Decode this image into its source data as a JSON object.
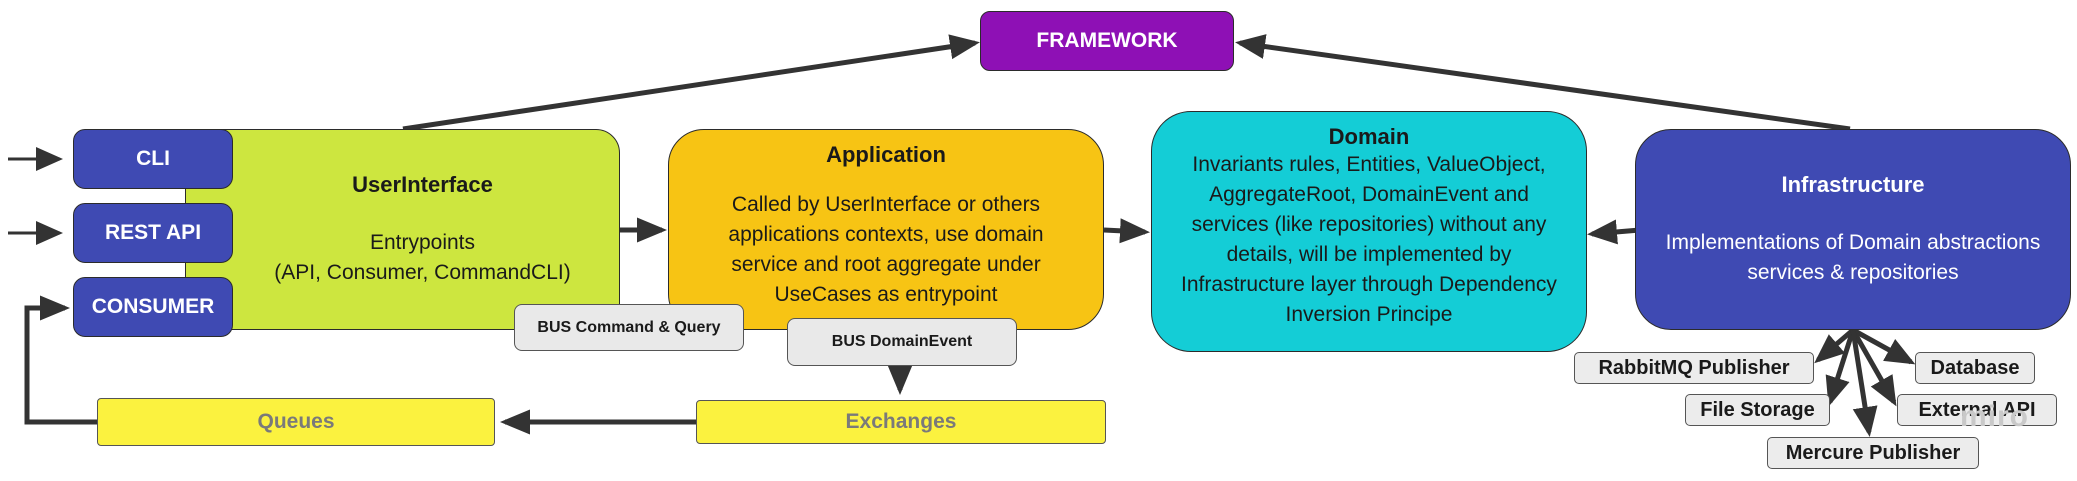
{
  "framework": {
    "label": "FRAMEWORK"
  },
  "entry_buttons": [
    {
      "label": "CLI"
    },
    {
      "label": "REST API"
    },
    {
      "label": "CONSUMER"
    }
  ],
  "user_interface": {
    "title": "UserInterface",
    "line1": "Entrypoints",
    "line2": "(API, Consumer, CommandCLI)"
  },
  "application": {
    "title": "Application",
    "desc": "Called by UserInterface or others applications contexts, use domain service and root aggregate under UseCases as entrypoint"
  },
  "domain": {
    "title": "Domain",
    "desc": "Invariants rules, Entities, ValueObject, AggregateRoot, DomainEvent and services (like repositories) without any details, will be implemented by Infrastructure layer through Dependency Inversion Principe"
  },
  "infrastructure": {
    "title": "Infrastructure",
    "desc": "Implementations of Domain abstractions services & repositories"
  },
  "bus": {
    "command_query": "BUS Command & Query",
    "domain_event": "BUS DomainEvent"
  },
  "messaging": {
    "queues": "Queues",
    "exchanges": "Exchanges"
  },
  "infra_items": {
    "rabbitmq": "RabbitMQ Publisher",
    "database": "Database",
    "file_storage": "File Storage",
    "external_api": "External API",
    "mercure": "Mercure Publisher"
  },
  "watermark": "miro",
  "colors": {
    "framework": "#8e10b5",
    "user_interface": "#cde63f",
    "application": "#f7c414",
    "domain": "#14cdd6",
    "infrastructure": "#3f4ab3",
    "entry_buttons": "#3f4ab3",
    "bus": "#e9e9e9",
    "messaging": "#fbf23f"
  }
}
